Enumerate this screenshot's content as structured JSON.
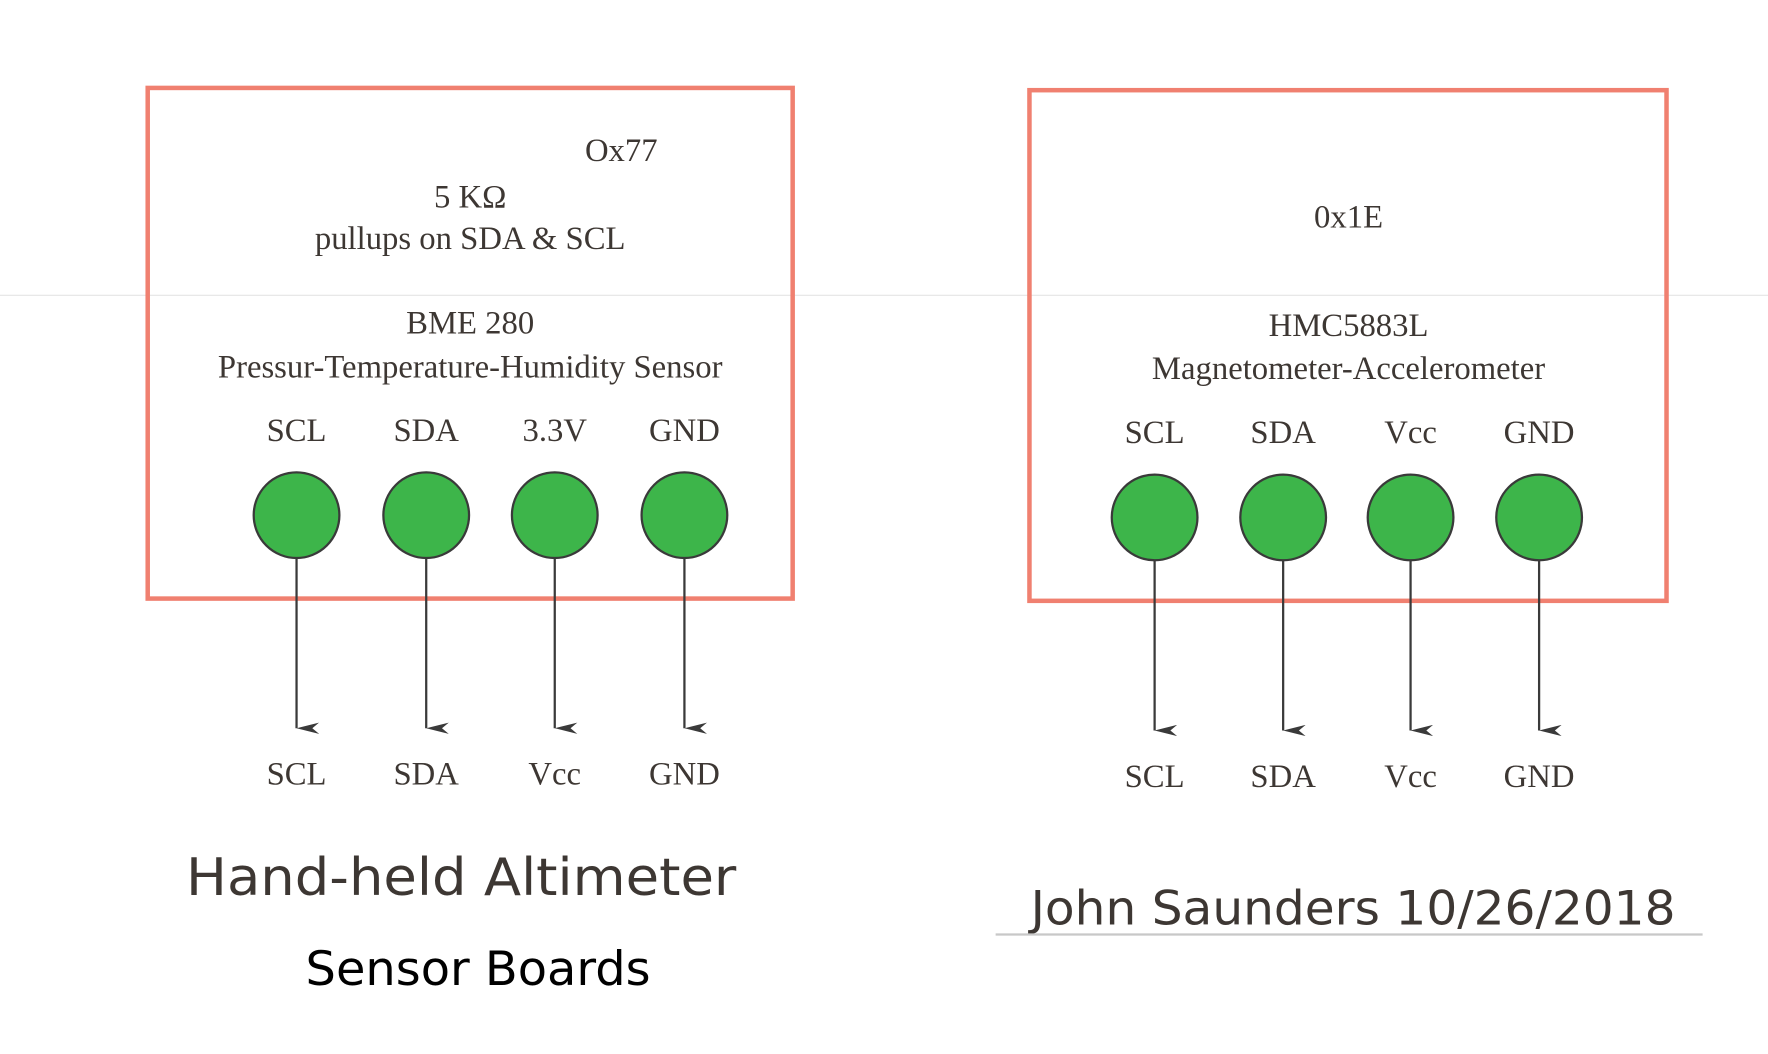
{
  "boards": [
    {
      "address": "Ox77",
      "note_line1": "5 KΩ",
      "note_line2": "pullups on SDA & SCL",
      "model": "BME 280",
      "description": "Pressur-Temperature-Humidity Sensor",
      "board_pins": [
        "SCL",
        "SDA",
        "3.3V",
        "GND"
      ],
      "target_pins": [
        "SCL",
        "SDA",
        "Vcc",
        "GND"
      ]
    },
    {
      "address": "0x1E",
      "model": "HMC5883L",
      "description": "Magnetometer-Accelerometer",
      "board_pins": [
        "SCL",
        "SDA",
        "Vcc",
        "GND"
      ],
      "target_pins": [
        "SCL",
        "SDA",
        "Vcc",
        "GND"
      ]
    }
  ],
  "title": "Hand-held Altimeter",
  "subtitle": "Sensor Boards",
  "author_date": "John Saunders 10/26/2018",
  "colors": {
    "box": "#f08070",
    "pin": "#3db54a",
    "text": "#3d3733"
  }
}
